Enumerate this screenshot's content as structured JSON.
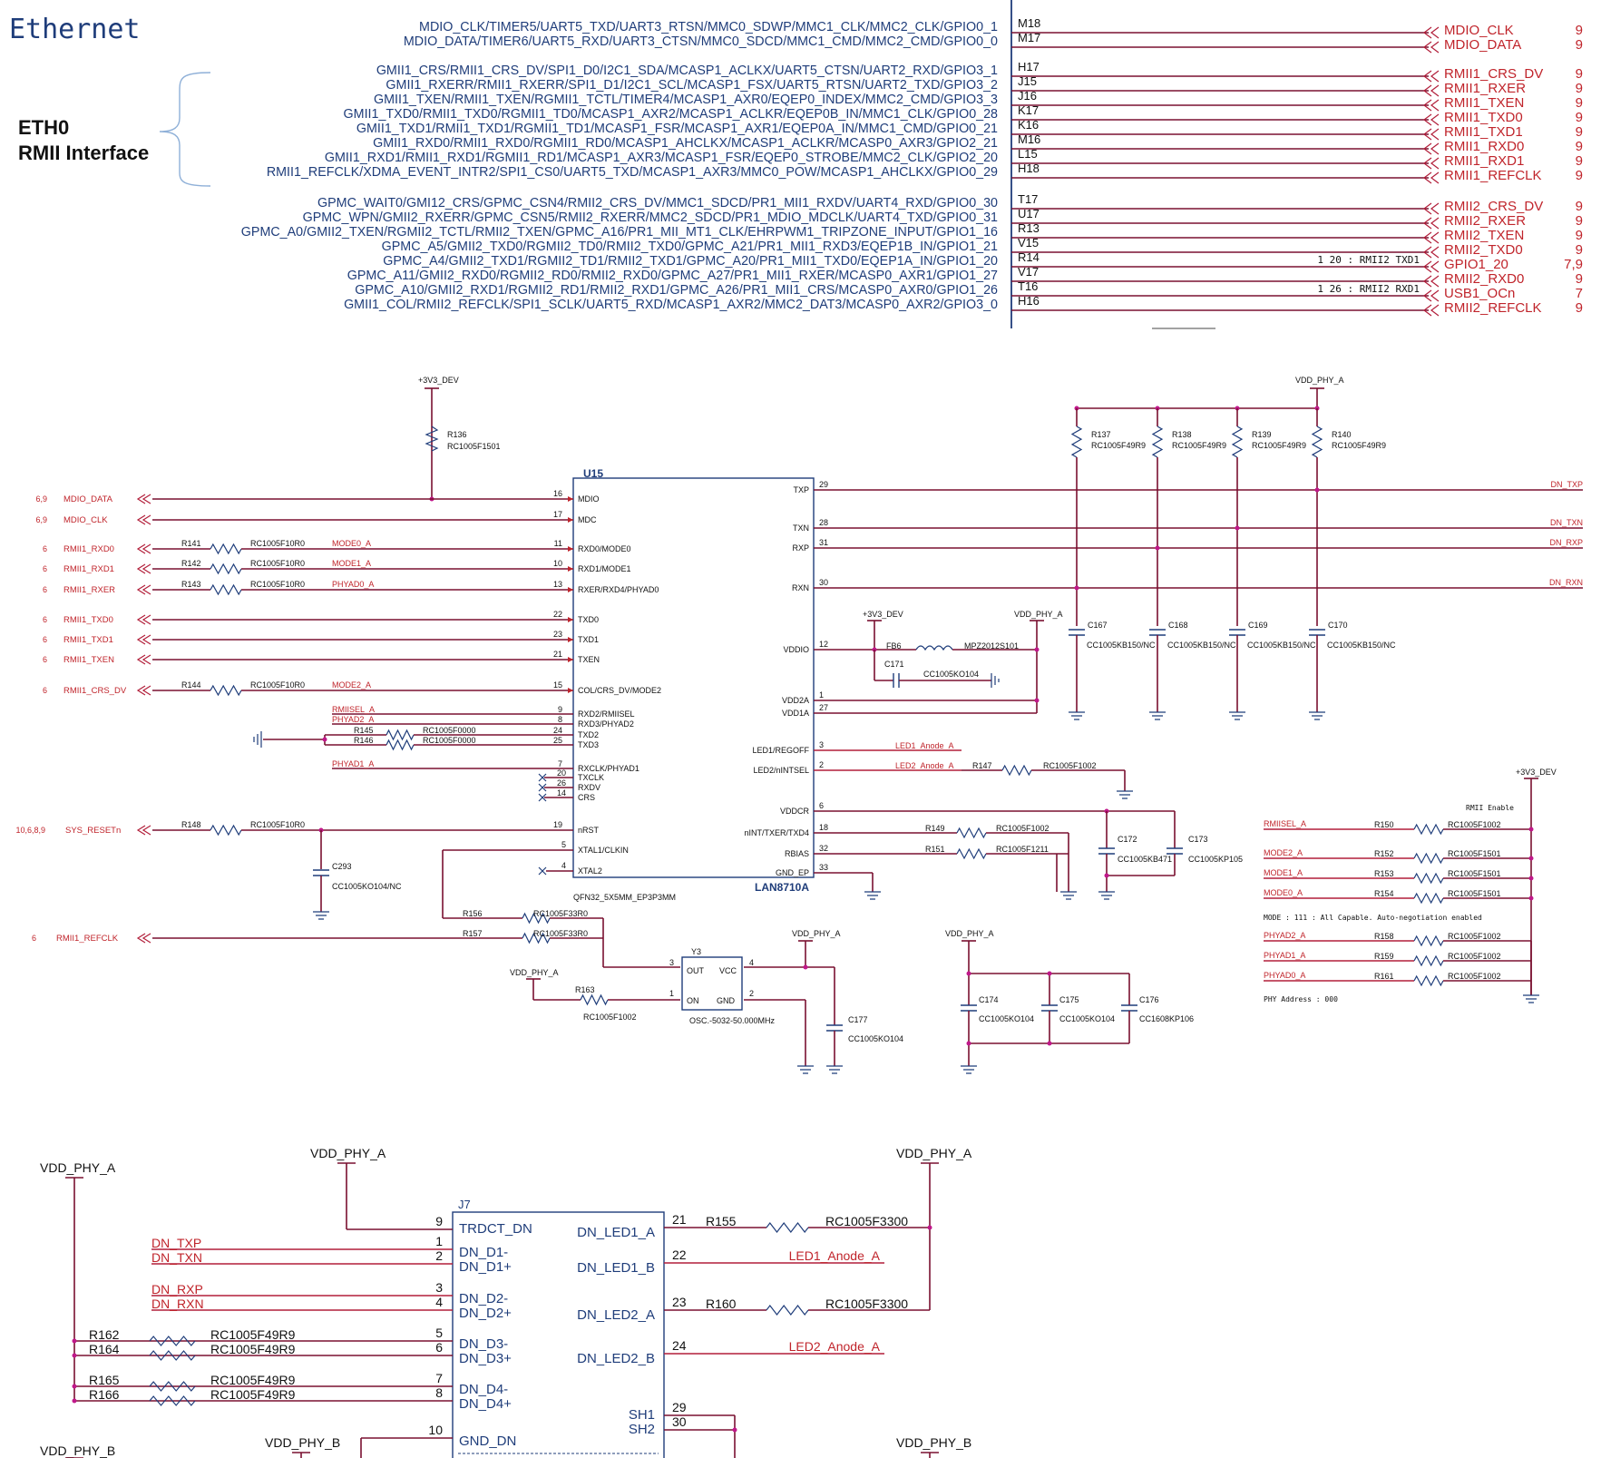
{
  "section_title": "Ethernet",
  "eth_label": {
    "line1": "ETH0",
    "line2": "RMII Interface"
  },
  "mux_rows": [
    {
      "func": "MDIO_CLK/TIMER5/UART5_TXD/UART3_RTSN/MMC0_SDWP/MMC1_CLK/MMC2_CLK/GPIO0_1",
      "ball": "M18",
      "net": "MDIO_CLK",
      "page": "9",
      "note": ""
    },
    {
      "func": "MDIO_DATA/TIMER6/UART5_RXD/UART3_CTSN/MMC0_SDCD/MMC1_CMD/MMC2_CMD/GPIO0_0",
      "ball": "M17",
      "net": "MDIO_DATA",
      "page": "9",
      "note": ""
    },
    {
      "func": "GMII1_CRS/RMII1_CRS_DV/SPI1_D0/I2C1_SDA/MCASP1_ACLKX/UART5_CTSN/UART2_RXD/GPIO3_1",
      "ball": "H17",
      "net": "RMII1_CRS_DV",
      "page": "9",
      "note": ""
    },
    {
      "func": "GMII1_RXERR/RMII1_RXERR/SPI1_D1/I2C1_SCL/MCASP1_FSX/UART5_RTSN/UART2_TXD/GPIO3_2",
      "ball": "J15",
      "net": "RMII1_RXER",
      "page": "9",
      "note": ""
    },
    {
      "func": "GMII1_TXEN/RMII1_TXEN/RGMII1_TCTL/TIMER4/MCASP1_AXR0/EQEP0_INDEX/MMC2_CMD/GPIO3_3",
      "ball": "J16",
      "net": "RMII1_TXEN",
      "page": "9",
      "note": ""
    },
    {
      "func": "GMII1_TXD0/RMII1_TXD0/RGMII1_TD0/MCASP1_AXR2/MCASP1_ACLKR/EQEP0B_IN/MMC1_CLK/GPIO0_28",
      "ball": "K17",
      "net": "RMII1_TXD0",
      "page": "9",
      "note": ""
    },
    {
      "func": "GMII1_TXD1/RMII1_TXD1/RGMII1_TD1/MCASP1_FSR/MCASP1_AXR1/EQEP0A_IN/MMC1_CMD/GPIO0_21",
      "ball": "K16",
      "net": "RMII1_TXD1",
      "page": "9",
      "note": ""
    },
    {
      "func": "GMII1_RXD0/RMII1_RXD0/RGMII1_RD0/MCASP1_AHCLKX/MCASP1_ACLKR/MCASP0_AXR3/GPIO2_21",
      "ball": "M16",
      "net": "RMII1_RXD0",
      "page": "9",
      "note": ""
    },
    {
      "func": "GMII1_RXD1/RMII1_RXD1/RGMII1_RD1/MCASP1_AXR3/MCASP1_FSR/EQEP0_STROBE/MMC2_CLK/GPIO2_20",
      "ball": "L15",
      "net": "RMII1_RXD1",
      "page": "9",
      "note": ""
    },
    {
      "func": "RMII1_REFCLK/XDMA_EVENT_INTR2/SPI1_CS0/UART5_TXD/MCASP1_AXR3/MMC0_POW/MCASP1_AHCLKX/GPIO0_29",
      "ball": "H18",
      "net": "RMII1_REFCLK",
      "page": "9",
      "note": ""
    },
    {
      "func": "GPMC_WAIT0/GMI12_CRS/GPMC_CSN4/RMII2_CRS_DV/MMC1_SDCD/PR1_MII1_RXDV/UART4_RXD/GPIO0_30",
      "ball": "T17",
      "net": "RMII2_CRS_DV",
      "page": "9",
      "note": ""
    },
    {
      "func": "GPMC_WPN/GMII2_RXERR/GPMC_CSN5/RMII2_RXERR/MMC2_SDCD/PR1_MDIO_MDCLK/UART4_TXD/GPIO0_31",
      "ball": "U17",
      "net": "RMII2_RXER",
      "page": "9",
      "note": ""
    },
    {
      "func": "GPMC_A0/GMII2_TXEN/RGMII2_TCTL/RMII2_TXEN/GPMC_A16/PR1_MII_MT1_CLK/EHRPWM1_TRIPZONE_INPUT/GPIO1_16",
      "ball": "R13",
      "net": "RMII2_TXEN",
      "page": "9",
      "note": ""
    },
    {
      "func": "GPMC_A5/GMII2_TXD0/RGMII2_TD0/RMII2_TXD0/GPMC_A21/PR1_MII1_RXD3/EQEP1B_IN/GPIO1_21",
      "ball": "V15",
      "net": "RMII2_TXD0",
      "page": "9",
      "note": ""
    },
    {
      "func": "GPMC_A4/GMII2_TXD1/RGMII2_TD1/RMII2_TXD1/GPMC_A20/PR1_MII1_TXD0/EQEP1A_IN/GPIO1_20",
      "ball": "R14",
      "net": "GPIO1_20",
      "page": "7,9",
      "note": "1 20 : RMII2 TXD1"
    },
    {
      "func": "GPMC_A11/GMII2_RXD0/RGMII2_RD0/RMII2_RXD0/GPMC_A27/PR1_MII1_RXER/MCASP0_AXR1/GPIO1_27",
      "ball": "V17",
      "net": "RMII2_RXD0",
      "page": "9",
      "note": ""
    },
    {
      "func": "GPMC_A10/GMII2_RXD1/RGMII2_RD1/RMII2_RXD1/GPMC_A26/PR1_MII1_CRS/MCASP0_AXR0/GPIO1_26",
      "ball": "T16",
      "net": "USB1_OCn",
      "page": "7",
      "note": "1 26 : RMII2 RXD1"
    },
    {
      "func": "GMII1_COL/RMII2_REFCLK/SPI1_SCLK/UART5_RXD/MCASP1_AXR2/MMC2_DAT3/MCASP0_AXR2/GPIO3_0",
      "ball": "H16",
      "net": "RMII2_REFCLK",
      "page": "9",
      "note": ""
    }
  ],
  "phy": {
    "ref": "U15",
    "part": "LAN8710A",
    "package": "QFN32_5X5MM_EP3P3MM",
    "supply_top": "+3V3_DEV",
    "supply_right": "VDD_PHY_A",
    "r136": {
      "ref": "R136",
      "val": "RC1005F1501"
    },
    "left_nets": [
      {
        "page": "6,9",
        "net": "MDIO_DATA",
        "r": "",
        "rv": "",
        "mid": "",
        "pin": "16",
        "pinname": "MDIO"
      },
      {
        "page": "6,9",
        "net": "MDIO_CLK",
        "r": "",
        "rv": "",
        "mid": "",
        "pin": "17",
        "pinname": "MDC"
      },
      {
        "page": "6",
        "net": "RMII1_RXD0",
        "r": "R141",
        "rv": "RC1005F10R0",
        "mid": "MODE0_A",
        "pin": "11",
        "pinname": "RXD0/MODE0"
      },
      {
        "page": "6",
        "net": "RMII1_RXD1",
        "r": "R142",
        "rv": "RC1005F10R0",
        "mid": "MODE1_A",
        "pin": "10",
        "pinname": "RXD1/MODE1"
      },
      {
        "page": "6",
        "net": "RMII1_RXER",
        "r": "R143",
        "rv": "RC1005F10R0",
        "mid": "PHYAD0_A",
        "pin": "13",
        "pinname": "RXER/RXD4/PHYAD0"
      },
      {
        "page": "6",
        "net": "RMII1_TXD0",
        "r": "",
        "rv": "",
        "mid": "",
        "pin": "22",
        "pinname": "TXD0"
      },
      {
        "page": "6",
        "net": "RMII1_TXD1",
        "r": "",
        "rv": "",
        "mid": "",
        "pin": "23",
        "pinname": "TXD1"
      },
      {
        "page": "6",
        "net": "RMII1_TXEN",
        "r": "",
        "rv": "",
        "mid": "",
        "pin": "21",
        "pinname": "TXEN"
      },
      {
        "page": "6",
        "net": "RMII1_CRS_DV",
        "r": "R144",
        "rv": "RC1005F10R0",
        "mid": "MODE2_A",
        "pin": "15",
        "pinname": "COL/CRS_DV/MODE2"
      }
    ],
    "strap_pins": [
      {
        "net": "RMIISEL_A",
        "pin": "9",
        "pinname": "RXD2/RMIISEL"
      },
      {
        "net": "PHYAD2_A",
        "pin": "8",
        "pinname": "RXD3/PHYAD2"
      },
      {
        "net": "R145",
        "pin": "24",
        "pinname": "TXD2"
      },
      {
        "net": "R146",
        "pin": "25",
        "pinname": "TXD3"
      },
      {
        "net": "PHYAD1_A",
        "pin": "7",
        "pinname": "RXCLK/PHYAD1"
      }
    ],
    "r145_val": "RC1005F0000",
    "r146_val": "RC1005F0000",
    "nc_pins": [
      {
        "pin": "20",
        "pinname": "TXCLK"
      },
      {
        "pin": "26",
        "pinname": "RXDV"
      },
      {
        "pin": "14",
        "pinname": "CRS"
      }
    ],
    "reset": {
      "page": "10,6,8,9",
      "net": "SYS_RESETn",
      "r": "R148",
      "rv": "RC1005F10R0",
      "pin": "19",
      "pinname": "nRST"
    },
    "c293": {
      "ref": "C293",
      "val": "CC1005KO104/NC"
    },
    "xtal": [
      {
        "pin": "5",
        "pinname": "XTAL1/CLKIN"
      },
      {
        "pin": "4",
        "pinname": "XTAL2"
      }
    ],
    "right_pins": [
      {
        "pin": "29",
        "pinname": "TXP",
        "net": "DN_TXP"
      },
      {
        "pin": "28",
        "pinname": "TXN",
        "net": "DN_TXN"
      },
      {
        "pin": "31",
        "pinname": "RXP",
        "net": "DN_RXP"
      },
      {
        "pin": "30",
        "pinname": "RXN",
        "net": "DN_RXN"
      }
    ],
    "power_pins": [
      {
        "pin": "12",
        "pinname": "VDDIO"
      },
      {
        "pin": "1",
        "pinname": "VDD2A"
      },
      {
        "pin": "27",
        "pinname": "VDD1A"
      }
    ],
    "led_pins": [
      {
        "pin": "3",
        "pinname": "LED1/REGOFF",
        "net": "LED1_Anode_A"
      },
      {
        "pin": "2",
        "pinname": "LED2/nINTSEL",
        "net": "LED2_Anode_A"
      }
    ],
    "misc_pins": [
      {
        "pin": "6",
        "pinname": "VDDCR"
      },
      {
        "pin": "18",
        "pinname": "nINT/TXER/TXD4"
      },
      {
        "pin": "32",
        "pinname": "RBIAS"
      },
      {
        "pin": "33",
        "pinname": "GND_EP"
      }
    ],
    "terminations": [
      {
        "ref": "R137",
        "val": "RC1005F49R9"
      },
      {
        "ref": "R138",
        "val": "RC1005F49R9"
      },
      {
        "ref": "R139",
        "val": "RC1005F49R9"
      },
      {
        "ref": "R140",
        "val": "RC1005F49R9"
      }
    ],
    "term_caps": [
      {
        "ref": "C167",
        "val": "CC1005KB150/NC"
      },
      {
        "ref": "C168",
        "val": "CC1005KB150/NC"
      },
      {
        "ref": "C169",
        "val": "CC1005KB150/NC"
      },
      {
        "ref": "C170",
        "val": "CC1005KB150/NC"
      }
    ],
    "fb6": {
      "ref": "FB6",
      "val": "MPZ2012S101"
    },
    "c171": {
      "ref": "C171",
      "val": "CC1005KO104"
    },
    "r147": {
      "ref": "R147",
      "val": "RC1005F1002"
    },
    "r149": {
      "ref": "R149",
      "val": "RC1005F1002"
    },
    "r151": {
      "ref": "R151",
      "val": "RC1005F1211"
    },
    "c172": {
      "ref": "C172",
      "val": "CC1005KB471"
    },
    "c173": {
      "ref": "C173",
      "val": "CC1005KP105"
    },
    "r156": {
      "ref": "R156",
      "val": "RC1005F33R0"
    },
    "r157": {
      "ref": "R157",
      "val": "RC1005F33R0"
    },
    "refclk": {
      "page": "6",
      "net": "RMII1_REFCLK"
    },
    "osc": {
      "ref": "Y3",
      "val": "OSC.-5032-50.000MHz",
      "out": "OUT",
      "vcc": "VCC",
      "on": "ON",
      "gnd": "GND",
      "p_out": "3",
      "p_vcc": "4",
      "p_on": "1",
      "p_gnd": "2"
    },
    "r163": {
      "ref": "R163",
      "val": "RC1005F1002"
    },
    "c177": {
      "ref": "C177",
      "val": "CC1005KO104"
    },
    "dec_caps": [
      {
        "ref": "C174",
        "val": "CC1005KO104"
      },
      {
        "ref": "C175",
        "val": "CC1005KO104"
      },
      {
        "ref": "C176",
        "val": "CC1608KP106"
      }
    ]
  },
  "strap_block": {
    "supply": "+3V3_DEV",
    "title": "RMII Enable",
    "rows1": [
      {
        "net": "RMIISEL_A",
        "ref": "R150",
        "val": "RC1005F1002"
      },
      {
        "net": "MODE2_A",
        "ref": "R152",
        "val": "RC1005F1501"
      },
      {
        "net": "MODE1_A",
        "ref": "R153",
        "val": "RC1005F1501"
      },
      {
        "net": "MODE0_A",
        "ref": "R154",
        "val": "RC1005F1501"
      }
    ],
    "mode_note": "MODE : 111 : All Capable. Auto-negotiation enabled",
    "rows2": [
      {
        "net": "PHYAD2_A",
        "ref": "R158",
        "val": "RC1005F1002"
      },
      {
        "net": "PHYAD1_A",
        "ref": "R159",
        "val": "RC1005F1002"
      },
      {
        "net": "PHYAD0_A",
        "ref": "R161",
        "val": "RC1005F1002"
      }
    ],
    "phy_note": "PHY Address : 000"
  },
  "connector": {
    "ref": "J7",
    "supply": "VDD_PHY_A",
    "supply_b": "VDD_PHY_B",
    "left_pins": [
      {
        "pin": "9",
        "pinname": "TRDCT_DN",
        "net": ""
      },
      {
        "pin": "1",
        "pinname": "DN_D1-",
        "net": "DN_TXP"
      },
      {
        "pin": "2",
        "pinname": "DN_D1+",
        "net": "DN_TXN"
      },
      {
        "pin": "3",
        "pinname": "DN_D2-",
        "net": "DN_RXP"
      },
      {
        "pin": "4",
        "pinname": "DN_D2+",
        "net": "DN_RXN"
      },
      {
        "pin": "5",
        "pinname": "DN_D3-",
        "net": ""
      },
      {
        "pin": "6",
        "pinname": "DN_D3+",
        "net": ""
      },
      {
        "pin": "7",
        "pinname": "DN_D4-",
        "net": ""
      },
      {
        "pin": "8",
        "pinname": "DN_D4+",
        "net": ""
      },
      {
        "pin": "10",
        "pinname": "GND_DN",
        "net": ""
      }
    ],
    "right_pins": [
      {
        "pin": "21",
        "pinname": "DN_LED1_A",
        "r": "R155",
        "rv": "RC1005F3300"
      },
      {
        "pin": "22",
        "pinname": "DN_LED1_B",
        "net": "LED1_Anode_A"
      },
      {
        "pin": "23",
        "pinname": "DN_LED2_A",
        "r": "R160",
        "rv": "RC1005F3300"
      },
      {
        "pin": "24",
        "pinname": "DN_LED2_B",
        "net": "LED2_Anode_A"
      },
      {
        "pin": "29",
        "pinname": "SH1"
      },
      {
        "pin": "30",
        "pinname": "SH2"
      }
    ],
    "pair_res": [
      {
        "ref": "R162",
        "val": "RC1005F49R9"
      },
      {
        "ref": "R164",
        "val": "RC1005F49R9"
      },
      {
        "ref": "R165",
        "val": "RC1005F49R9"
      },
      {
        "ref": "R166",
        "val": "RC1005F49R9"
      }
    ]
  }
}
